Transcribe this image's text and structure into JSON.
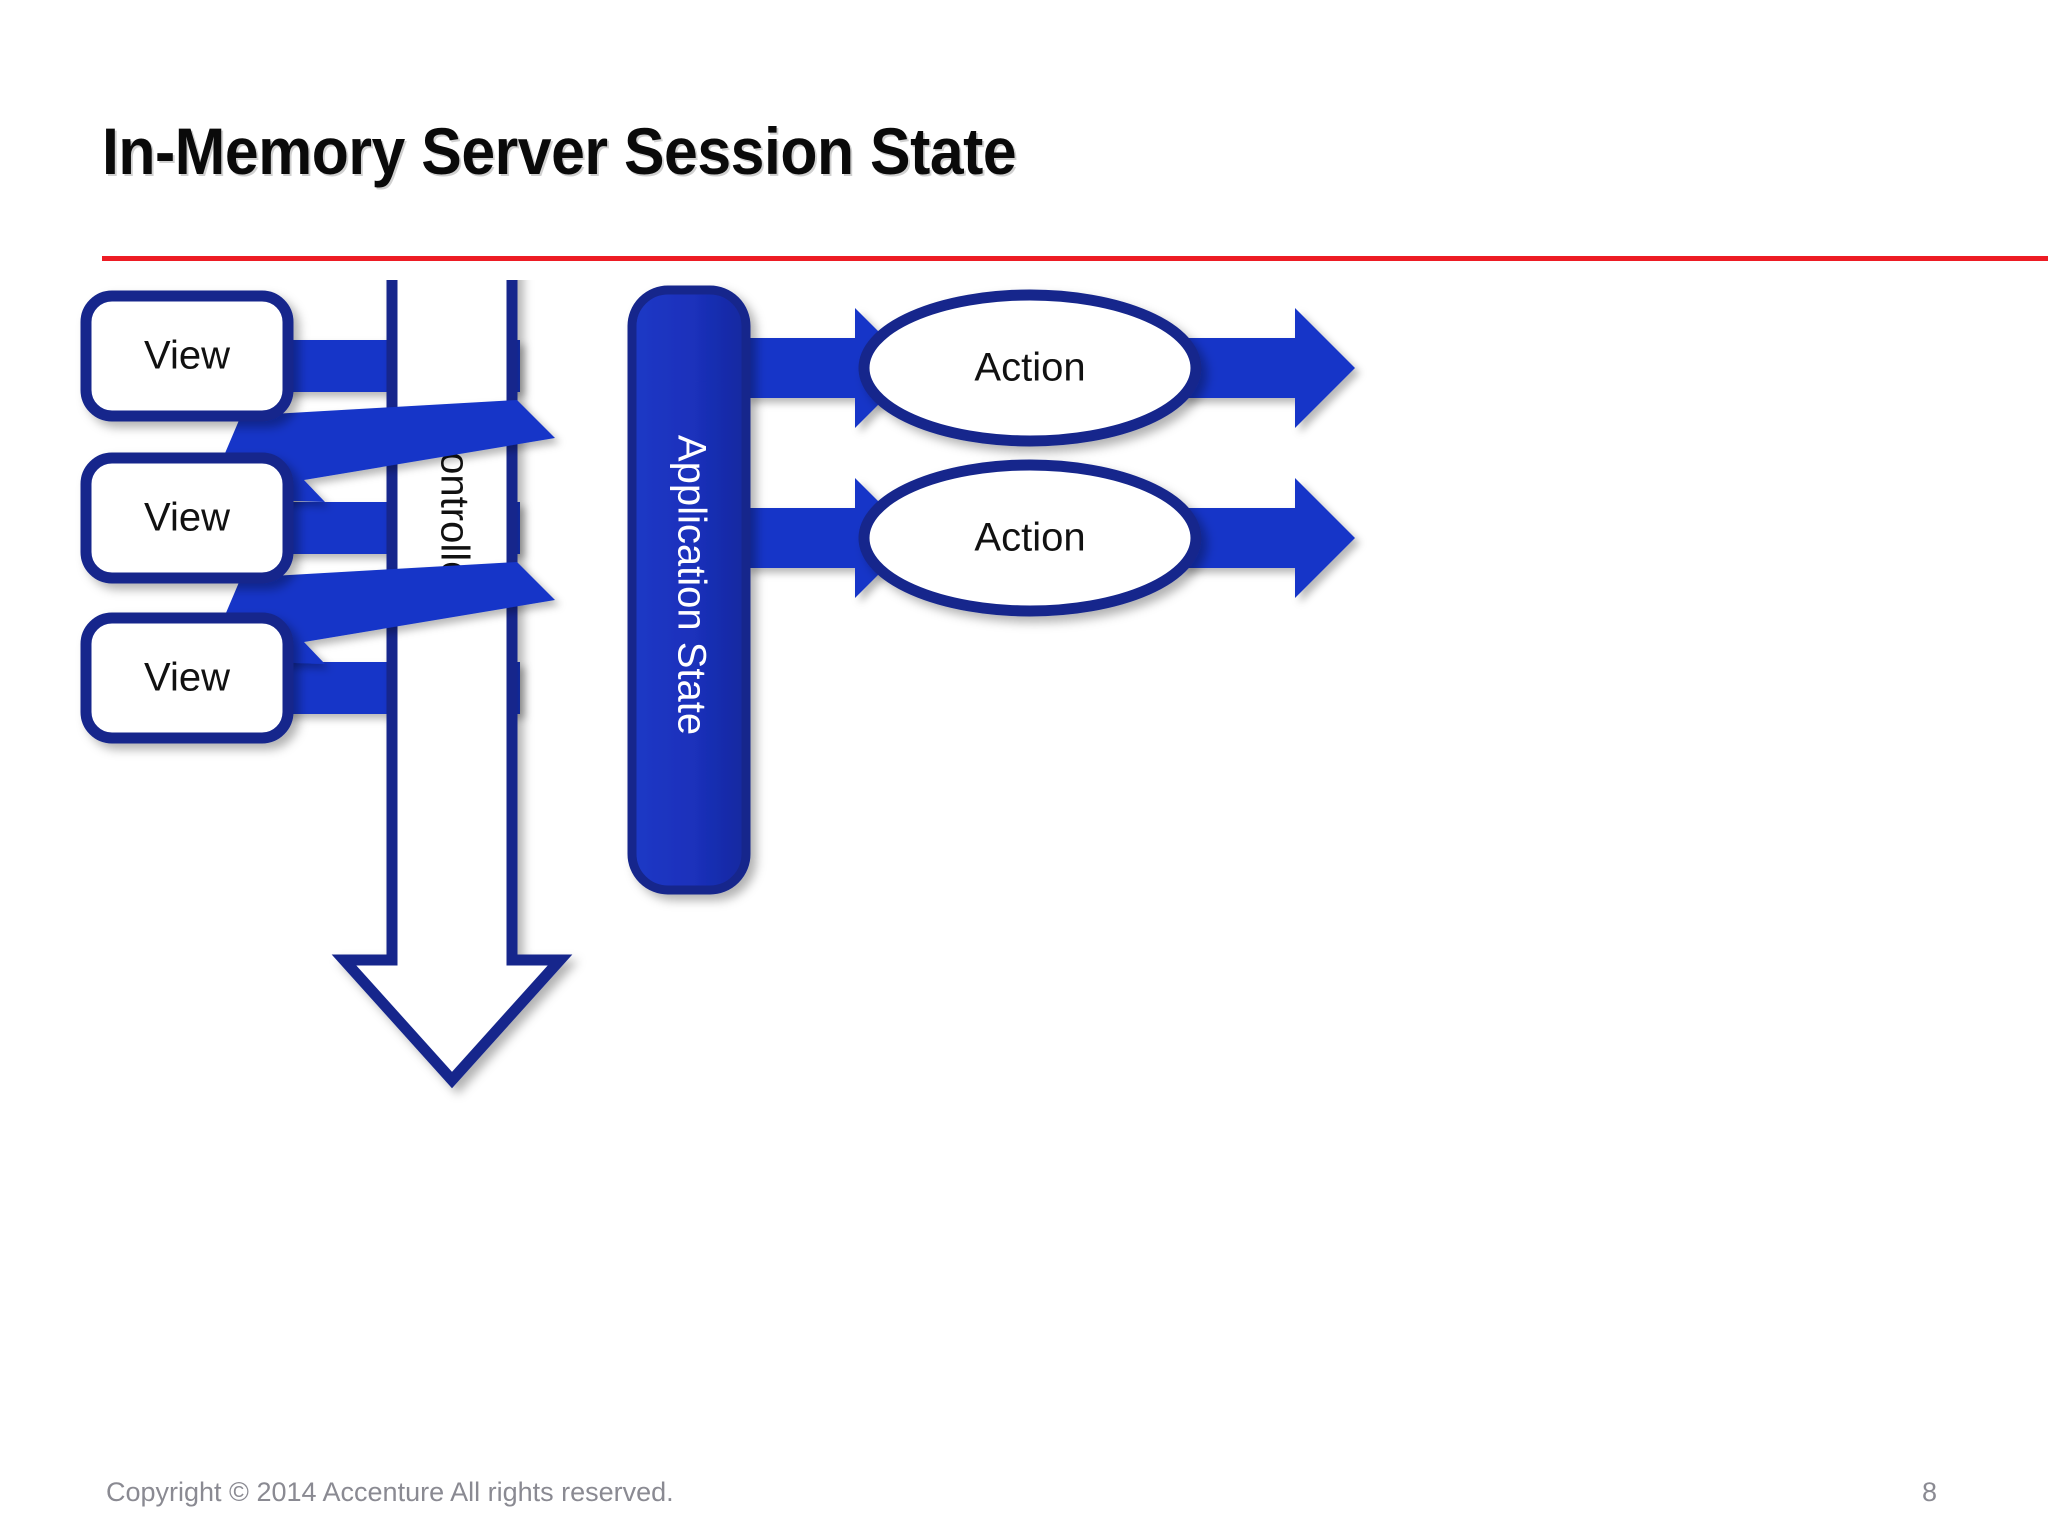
{
  "slide": {
    "title": "In-Memory Server Session State",
    "accent_rule_color": "#ed1c24",
    "background_color": "#ffffff"
  },
  "diagram": {
    "type": "flow-diagram",
    "palette": {
      "node_border": "#14268c",
      "arrow_fill": "#1436c8",
      "app_state_fill": "#1a30bb",
      "node_fill": "#ffffff",
      "label_text": "#111111",
      "label_text_inverse": "#ffffff"
    },
    "views": [
      {
        "label": "View"
      },
      {
        "label": "View"
      },
      {
        "label": "View"
      }
    ],
    "controller": {
      "label": "Controller"
    },
    "application_state": {
      "label": "Application State"
    },
    "actions": [
      {
        "label": "Action"
      },
      {
        "label": "Action"
      }
    ]
  },
  "footer": {
    "copyright": "Copyright © 2014 Accenture  All rights reserved.",
    "page_number": "8"
  }
}
